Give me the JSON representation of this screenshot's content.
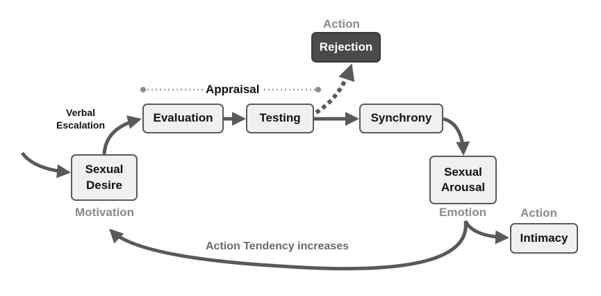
{
  "nodes": {
    "sexual_desire": "Sexual\nDesire",
    "evaluation": "Evaluation",
    "testing": "Testing",
    "synchrony": "Synchrony",
    "sexual_arousal": "Sexual\nArousal",
    "rejection": "Rejection",
    "intimacy": "Intimacy"
  },
  "labels": {
    "verbal_escalation": "Verbal\nEscalation",
    "appraisal": "Appraisal",
    "action_top": "Action",
    "action_right": "Action",
    "motivation": "Motivation",
    "emotion": "Emotion",
    "action_tendency": "Action Tendency increases"
  },
  "colors": {
    "arrow": "#595959",
    "node_fill": "#f0f0f0",
    "dark_node_fill": "#4a4a4a",
    "category_label": "#8a8a8a"
  }
}
